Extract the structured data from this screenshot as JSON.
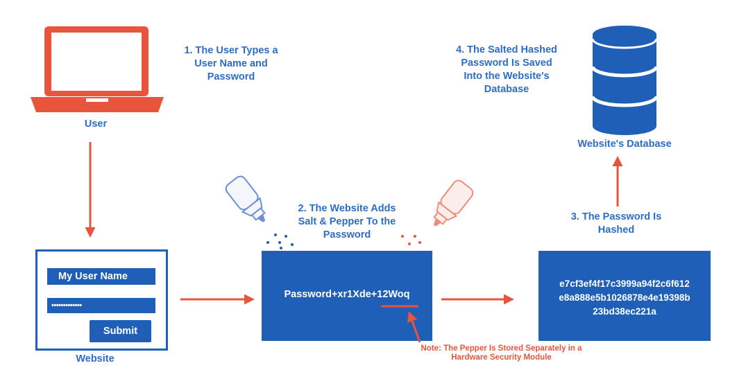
{
  "steps": {
    "step1": [
      "1. The User Types a",
      "User Name and",
      "Password"
    ],
    "step2": [
      "2. The Website Adds",
      "Salt & Pepper To the",
      "Password"
    ],
    "step3": [
      "3. The Password Is",
      "Hashed"
    ],
    "step4": [
      "4. The Salted Hashed",
      "Password Is Saved",
      "Into the Website's",
      "Database"
    ]
  },
  "labels": {
    "user": "User",
    "website": "Website",
    "database": "Website's Database"
  },
  "login_form": {
    "username": "My User Name",
    "password_mask": "•••••••••••••",
    "submit": "Submit"
  },
  "salted_password": "Password+xr1Xde+12Woq",
  "hash_lines": [
    "e7cf3ef4f17c3999a94f2c6f612",
    "e8a888e5b1026878e4e19398b",
    "23bd38ec221a"
  ],
  "note": [
    "Note: The Pepper Is Stored Separately in a",
    "Hardware Security Module"
  ],
  "colors": {
    "blue": "#1f5fb8",
    "blue_text": "#2f6cc4",
    "orange": "#e8553d",
    "bottle_blue": "#6e8fd2",
    "bottle_orange": "#ef8d7c"
  }
}
